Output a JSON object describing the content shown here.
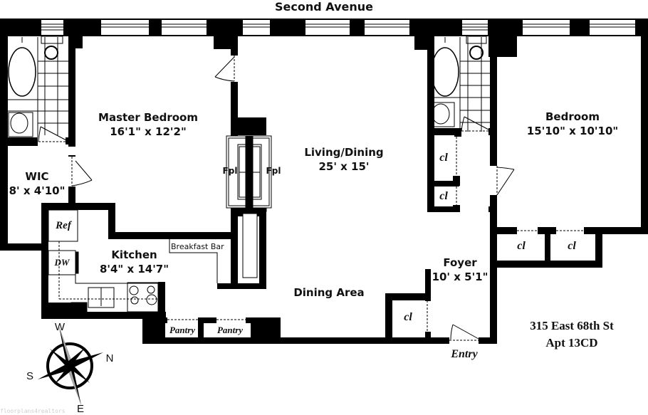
{
  "street": "Second Avenue",
  "address": {
    "line1": "315 East 68th St",
    "line2": "Apt 13CD"
  },
  "rooms": {
    "master_bedroom": {
      "name": "Master Bedroom",
      "dims": "16'1\" x 12'2\""
    },
    "living_dining": {
      "name": "Living/Dining",
      "dims": "25' x 15'"
    },
    "bedroom": {
      "name": "Bedroom",
      "dims": "15'10\" x 10'10\""
    },
    "wic": {
      "name": "WIC",
      "dims": "8' x 4'10\""
    },
    "kitchen": {
      "name": "Kitchen",
      "dims": "8'4\" x 14'7\""
    },
    "foyer": {
      "name": "Foyer",
      "dims": "10' x 5'1\""
    },
    "dining_area": {
      "name": "Dining Area"
    }
  },
  "fixtures": {
    "fireplace_left": "Fpl",
    "fireplace_right": "Fpl",
    "breakfast_bar": "Breakfast Bar",
    "refrigerator": "Ref",
    "dishwasher": "DW",
    "pantry_1": "Pantry",
    "pantry_2": "Pantry",
    "closet": "cl",
    "entry": "Entry"
  },
  "closets": [
    "cl",
    "cl",
    "cl",
    "cl",
    "cl"
  ],
  "compass": {
    "north": "N",
    "south": "S",
    "east": "E",
    "west": "W"
  },
  "watermark": "floorplans4realtors",
  "colors": {
    "wall": "#000000",
    "background": "#ffffff",
    "watermark": "#cfcfcf"
  }
}
